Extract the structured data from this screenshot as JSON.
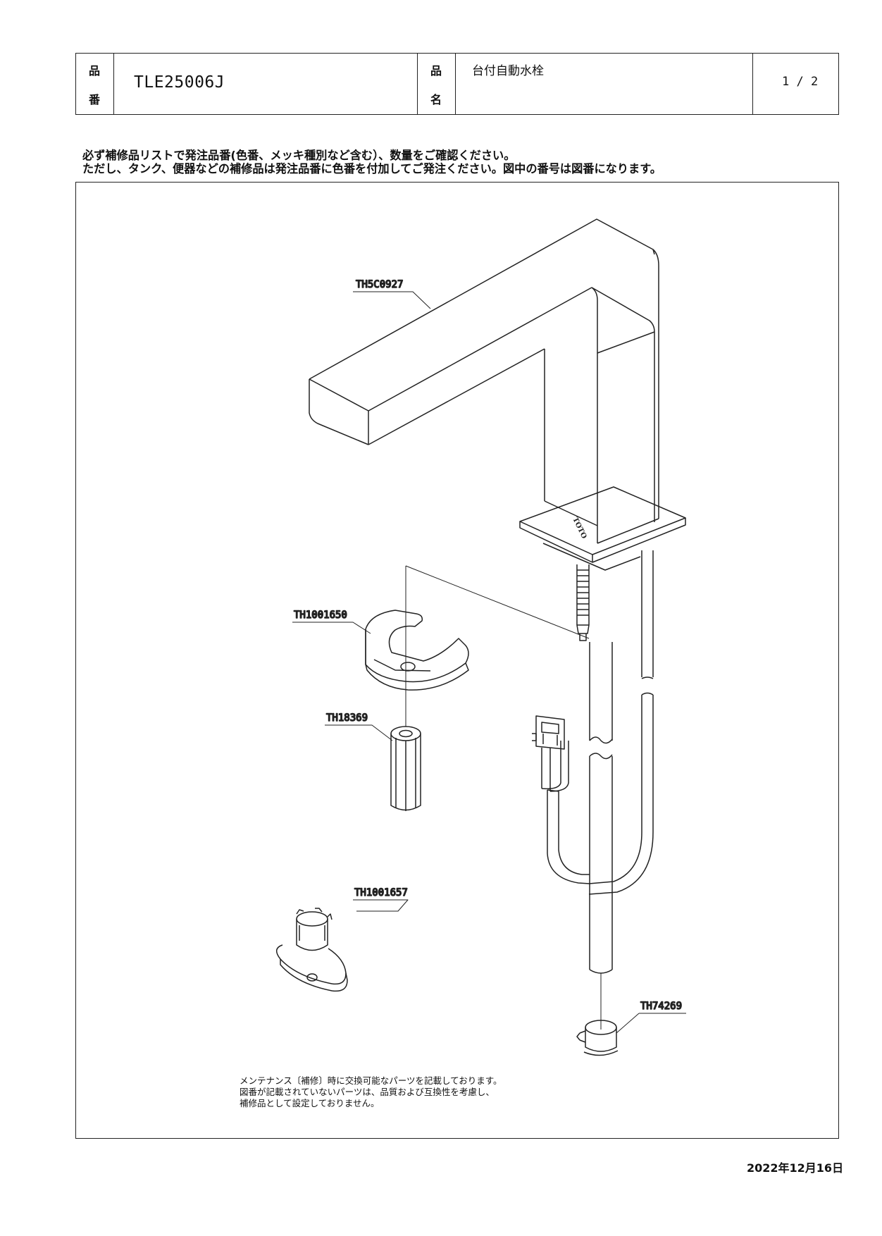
{
  "header": {
    "part_no_label_top": "品",
    "part_no_label_bottom": "番",
    "part_no": "TLE25006J",
    "name_label_top": "品",
    "name_label_bottom": "名",
    "product_name": "台付自動水栓",
    "page": "1 / 2"
  },
  "instructions": [
    "必ず補修品リストで発注品番(色番、メッキ種別など含む）、数量をご確認ください。",
    "ただし、タンク、便器などの補修品は発注品番に色番を付加してご発注ください。図中の番号は図番になります。"
  ],
  "drawing": {
    "callouts": [
      {
        "id": "spout",
        "label": "TH5C0927"
      },
      {
        "id": "clip",
        "label": "TH1001650"
      },
      {
        "id": "nut",
        "label": "TH18369"
      },
      {
        "id": "key",
        "label": "TH1001657"
      },
      {
        "id": "clamp",
        "label": "TH74269"
      }
    ],
    "brand_mark": "TOTO"
  },
  "notes": [
    "メンテナンス〔補修〕時に交換可能なパーツを記載しております。",
    "図番が記載されていないパーツは、品質および互換性を考慮し、",
    "補修品として設定しておりません。"
  ],
  "date": "2022年12月16日"
}
